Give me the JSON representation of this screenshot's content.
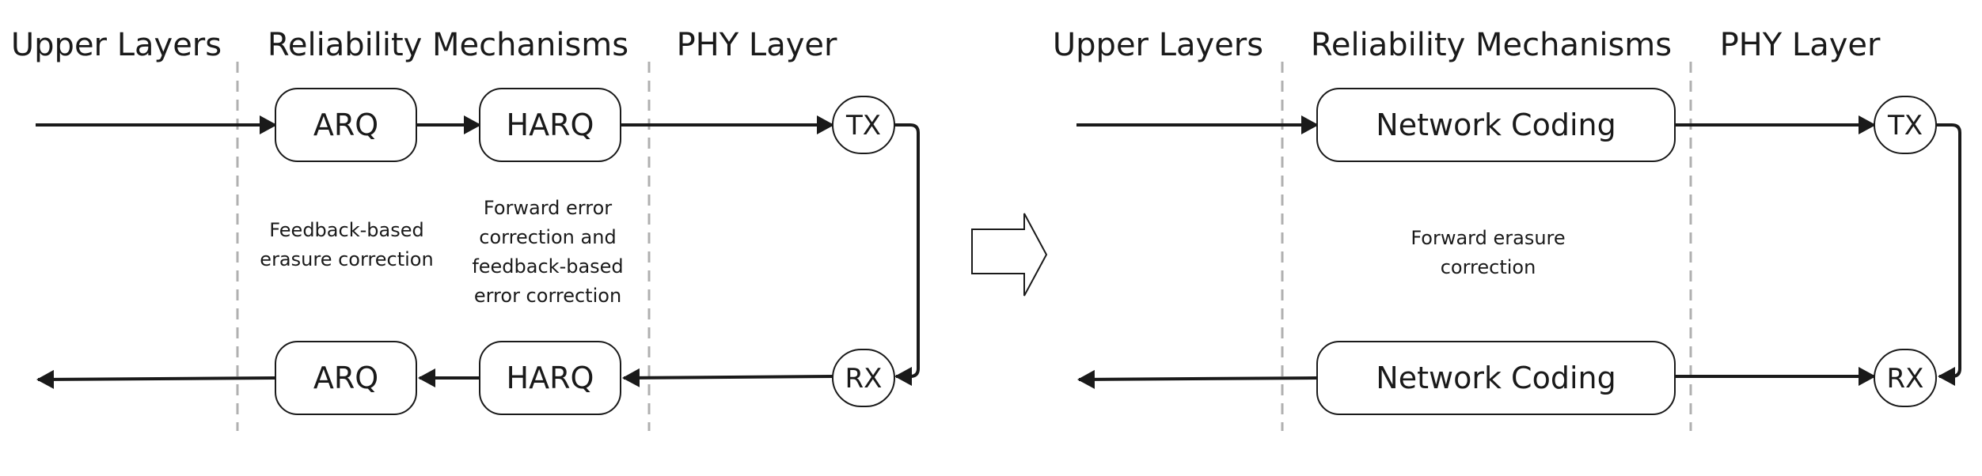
{
  "left": {
    "headers": {
      "upper": "Upper Layers",
      "reliability": "Reliability Mechanisms",
      "phy": "PHY Layer"
    },
    "tx_row": {
      "box1": "ARQ",
      "box2": "HARQ",
      "node": "TX"
    },
    "rx_row": {
      "box1": "ARQ",
      "box2": "HARQ",
      "node": "RX"
    },
    "notes": {
      "arq": [
        "Feedback-based",
        "erasure correction"
      ],
      "harq": [
        "Forward error",
        "correction and",
        "feedback-based",
        "error correction"
      ]
    }
  },
  "right": {
    "headers": {
      "upper": "Upper Layers",
      "reliability": "Reliability Mechanisms",
      "phy": "PHY Layer"
    },
    "tx_row": {
      "box": "Network Coding",
      "node": "TX"
    },
    "rx_row": {
      "box": "Network Coding",
      "node": "RX"
    },
    "notes": {
      "nc": [
        "Forward erasure",
        "correction"
      ]
    }
  }
}
